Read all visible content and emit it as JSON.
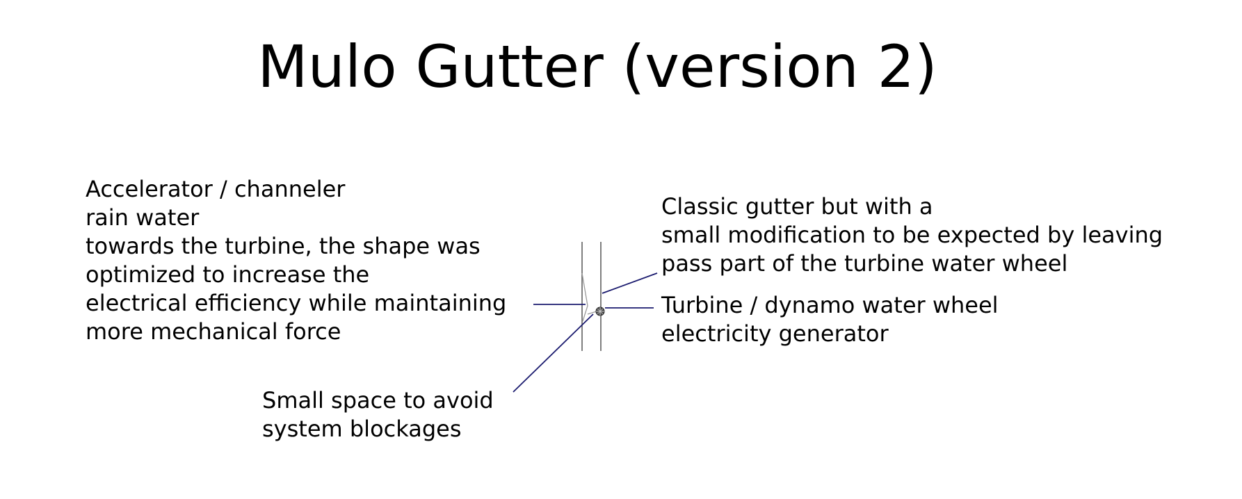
{
  "title": "Mulo Gutter (version 2)",
  "labels": {
    "accelerator": [
      "Accelerator / channeler",
      "rain water",
      "towards the turbine, the shape was",
      "optimized to increase the",
      "electrical efficiency while maintaining",
      "more mechanical force"
    ],
    "gutter": [
      "Classic gutter but with a",
      "small modification to be expected by leaving",
      "pass part of the turbine water wheel"
    ],
    "turbine": [
      "Turbine / dynamo water wheel",
      "electricity generator"
    ],
    "space": [
      "Small space to avoid",
      "system blockages"
    ]
  },
  "colors": {
    "leader": "#1a1a6e",
    "structure": "#555555",
    "text": "#000000"
  }
}
